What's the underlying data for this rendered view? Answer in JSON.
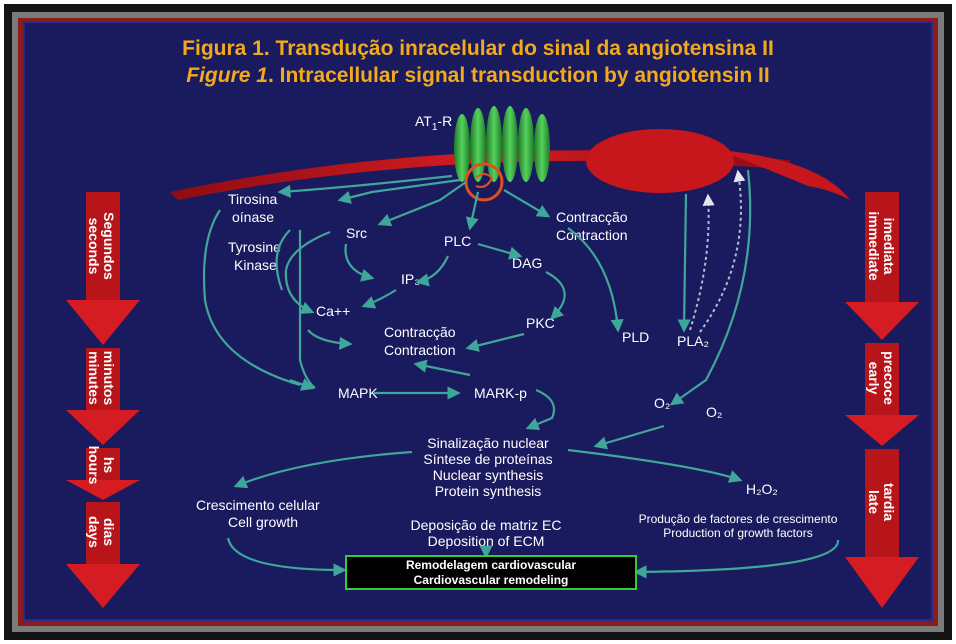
{
  "title": {
    "line1": "Figura 1. Transdução inracelular do sinal da angiotensina II",
    "line2_italic": "Figure 1",
    "line2_rest": ". Intracellular signal transduction by angiotensin II"
  },
  "receptor": {
    "label": "AT",
    "sub": "1",
    "suffix": "-R"
  },
  "left_time": [
    {
      "pt": "Segundos",
      "en": "seconds"
    },
    {
      "pt": "minutos",
      "en": "minutes"
    },
    {
      "pt": "hs",
      "en": "hours"
    },
    {
      "pt": "dias",
      "en": "days"
    }
  ],
  "right_time": [
    {
      "pt": "imediata",
      "en": "immediate"
    },
    {
      "pt": "precoce",
      "en": "early"
    },
    {
      "pt": "tardia",
      "en": "late"
    }
  ],
  "nodes": {
    "tirosina1": "Tirosina",
    "tirosina2": "oínase",
    "tyrosine1": "Tyrosine",
    "tyrosine2": "Kinase",
    "src": "Src",
    "plc": "PLC",
    "contr_top1": "Contracção",
    "contr_top2": "Contraction",
    "ip3": "IP₃",
    "dag": "DAG",
    "ca": "Ca++",
    "pkc": "PKC",
    "contr_mid1": "Contracção",
    "contr_mid2": "Contraction",
    "pld": "PLD",
    "pla2": "PLA₂",
    "mapk": "MAPK",
    "markp": "MARK-p",
    "o2a": "O₂",
    "o2b": "O₂",
    "nuc1": "Sinalização nuclear",
    "nuc2": "Síntese de proteínas",
    "nuc3": "Nuclear synthesis",
    "nuc4": "Protein synthesis",
    "h2o2": "H₂O₂",
    "growth1": "Crescimento celular",
    "growth2": "Cell growth",
    "ecm1": "Deposição de matriz EC",
    "ecm2": "Deposition of ECM",
    "factors1": "Produção de factores de crescimento",
    "factors2": "Production of growth factors"
  },
  "result_box": {
    "line1": "Remodelagem  cardiovascular",
    "line2": "Cardiovascular remodeling"
  },
  "colors": {
    "background": "#1a1a5e",
    "title": "#f2a91c",
    "time_arrow": "#c8161d",
    "membrane": "#c8161d",
    "receptor": "#2faa3a",
    "flow_arrow": "#3fa79a",
    "result_box_border": "#33cc33"
  }
}
